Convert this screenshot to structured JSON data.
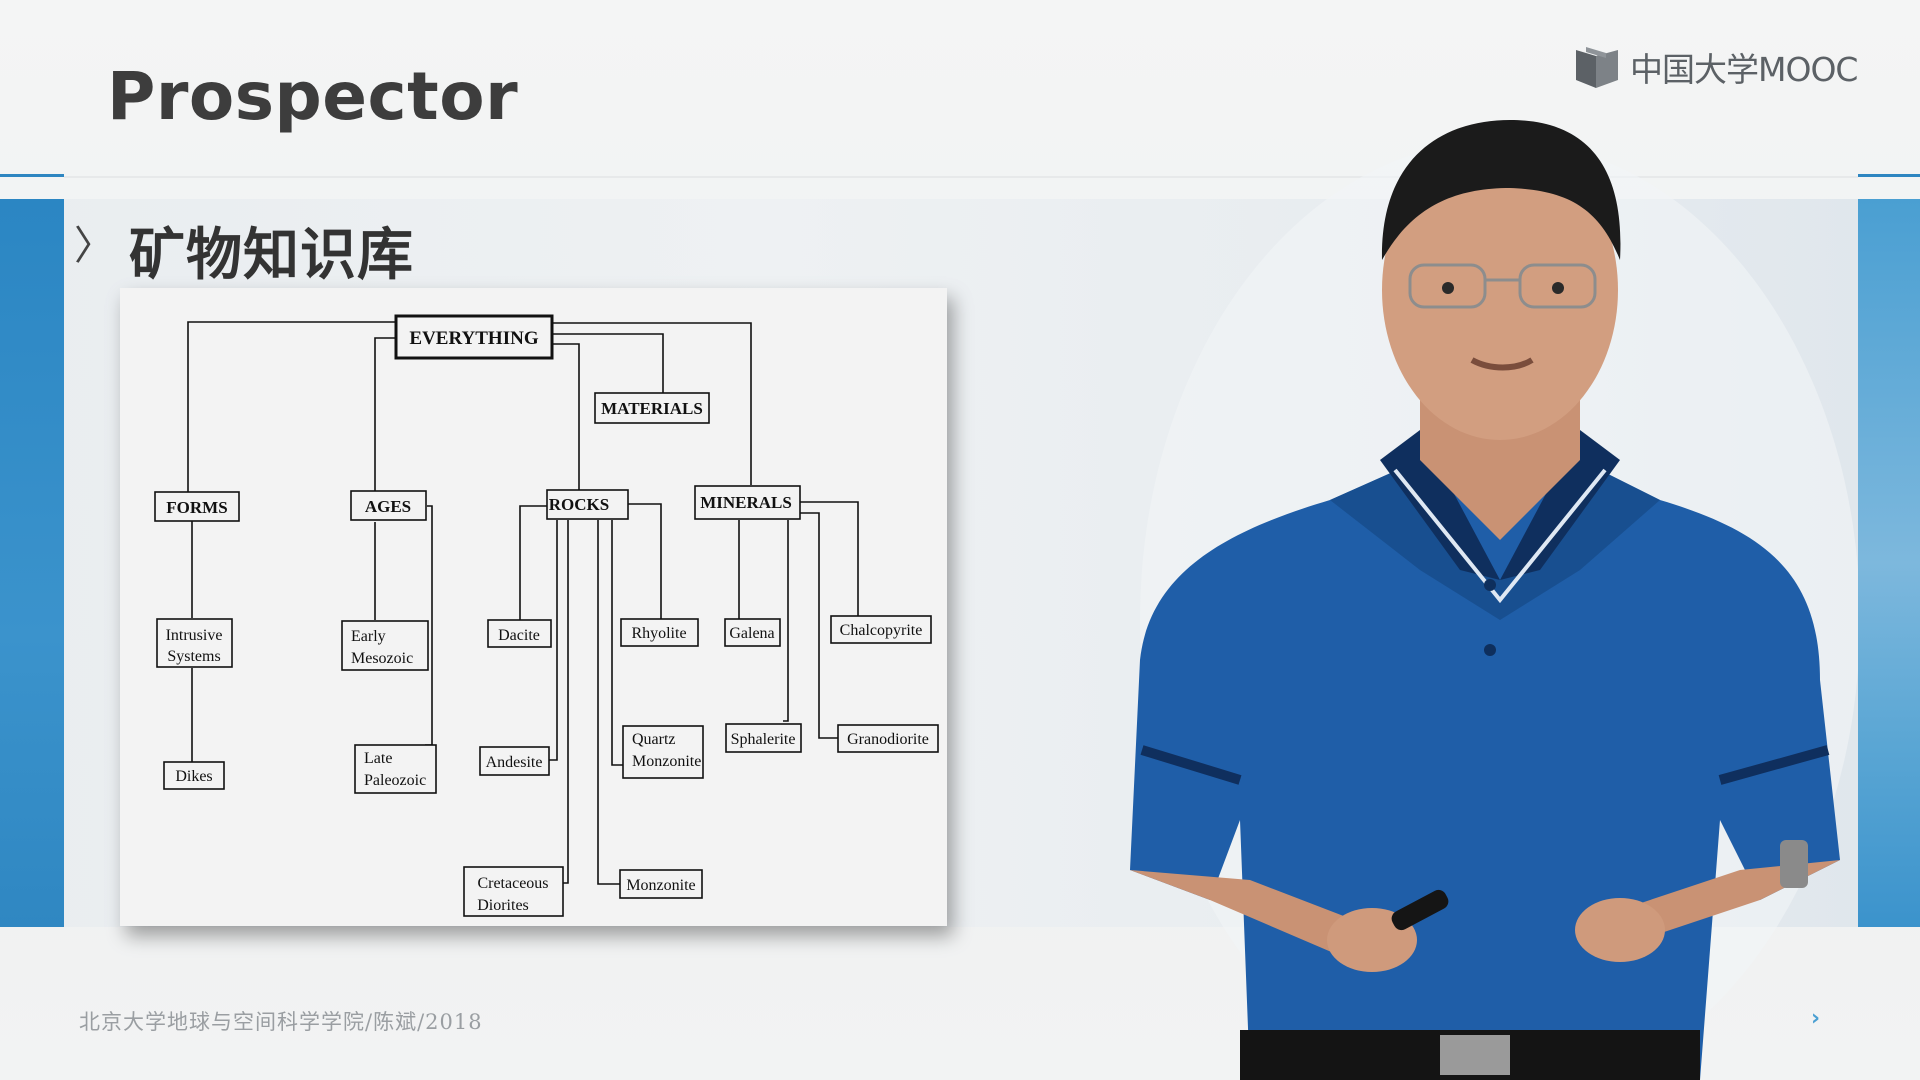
{
  "slide": {
    "title": "Prospector",
    "section_title": "矿物知识库",
    "section_chevron": "〉",
    "footer": "北京大学地球与空间科学学院/陈斌/2018",
    "next_glyph": "›"
  },
  "logo": {
    "text": "中国大学MOOC",
    "icon": "mooc-book-icon"
  },
  "lecturer": {
    "icon": "lecturer-video-figure"
  },
  "colors": {
    "accent_blue": "#2e86c1",
    "title": "#3d3d3d",
    "footer": "#9a9ea2",
    "shirt": "#1f5ea8"
  },
  "diagram": {
    "nodes": {
      "everything": "EVERYTHING",
      "materials": "MATERIALS",
      "forms": "FORMS",
      "ages": "AGES",
      "rocks": "ROCKS",
      "minerals": "MINERALS",
      "intrusive": [
        "Intrusive",
        "Systems"
      ],
      "dikes": "Dikes",
      "early_mesozoic": [
        "Early",
        "Mesozoic"
      ],
      "late_paleozoic": [
        "Late",
        "Paleozoic"
      ],
      "dacite": "Dacite",
      "andesite": "Andesite",
      "cretaceous": [
        "Cretaceous",
        "Diorites"
      ],
      "rhyolite": "Rhyolite",
      "quartz_monzonite": [
        "Quartz",
        "Monzonite"
      ],
      "monzonite": "Monzonite",
      "galena": "Galena",
      "sphalerite": "Sphalerite",
      "chalcopyrite": "Chalcopyrite",
      "granodiorite": "Granodiorite"
    }
  }
}
